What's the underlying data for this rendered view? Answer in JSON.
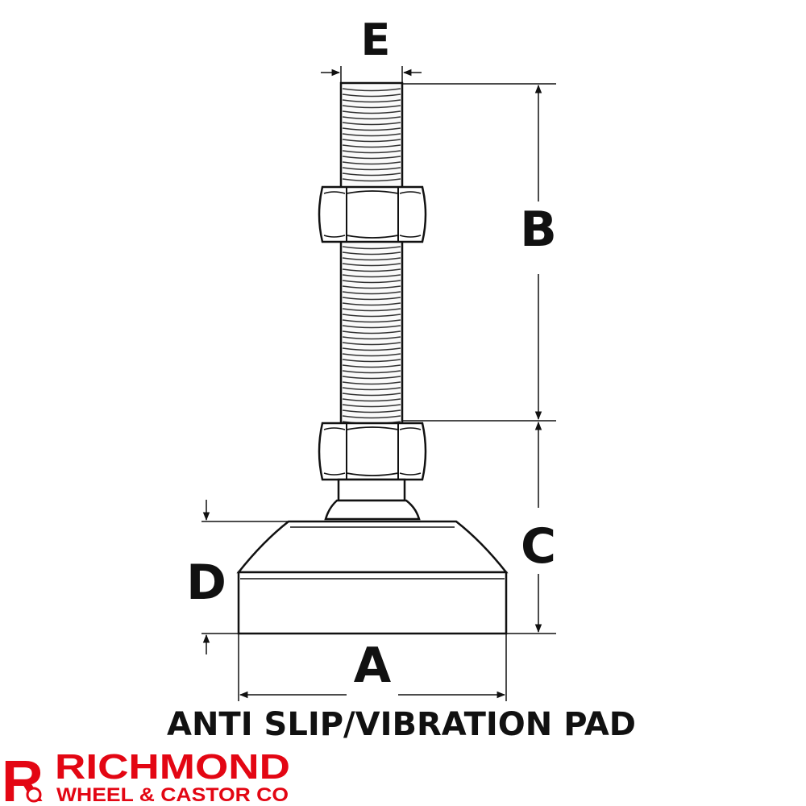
{
  "diagram": {
    "dimensions": {
      "a": "A",
      "b": "B",
      "c": "C",
      "d": "D",
      "e": "E"
    },
    "caption": "ANTI SLIP/VIBRATION PAD"
  },
  "brand": {
    "name": "RICHMOND",
    "tagline": "WHEEL & CASTOR CO",
    "logo_letter": "R",
    "color": "#e30613"
  }
}
